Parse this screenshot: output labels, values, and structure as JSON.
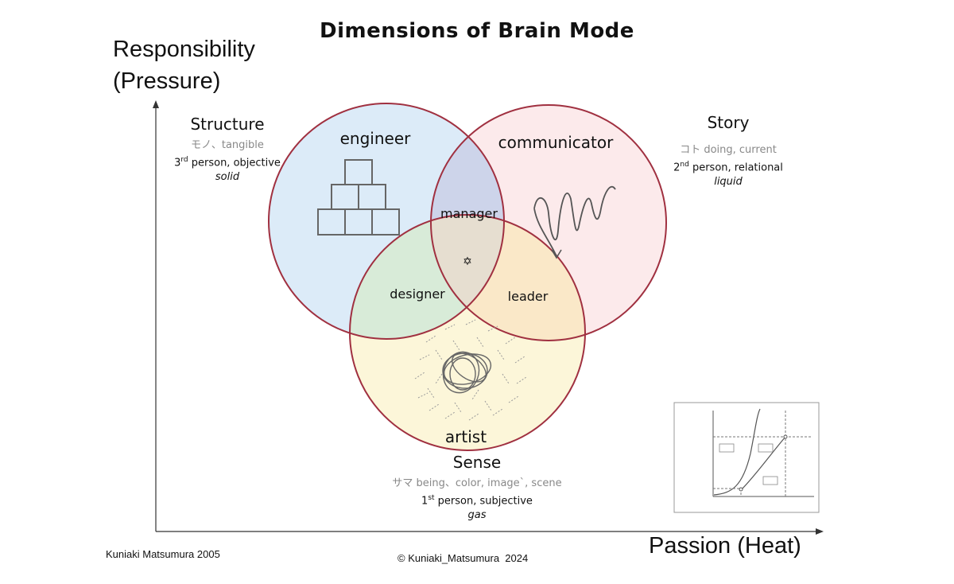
{
  "title": "Dimensions of Brain Mode",
  "y_axis_label_line1": "Responsibility",
  "y_axis_label_line2": "(Pressure)",
  "x_axis_label": "Passion (Heat)",
  "credit_left": "Kuniaki Matsumura 2005",
  "credit_bottom": "© Kuniaki_Matsumura  2024",
  "circles": {
    "engineer": "engineer",
    "communicator": "communicator",
    "artist": "artist"
  },
  "overlaps": {
    "manager": "manager",
    "designer": "designer",
    "leader": "leader",
    "center_symbol": "✡"
  },
  "structure": {
    "heading": "Structure",
    "jp": "モノ、tangible",
    "ordinal": "3",
    "ordinal_suffix": "rd",
    "person": " person, objective",
    "state": "solid"
  },
  "story": {
    "heading": "Story",
    "jp": "コト doing, current",
    "ordinal": "2",
    "ordinal_suffix": "nd",
    "person": " person, relational",
    "state": "liquid"
  },
  "sense": {
    "heading": "Sense",
    "jp": "サマ being、color, image`, scene",
    "ordinal": "1",
    "ordinal_suffix": "st",
    "person": " person, subjective",
    "state": "gas"
  },
  "colors": {
    "circle_stroke": "#a03040",
    "engineer_fill": "#dcebf8",
    "communicator_fill": "#fbe6e8",
    "artist_fill": "#fbf5d2"
  }
}
